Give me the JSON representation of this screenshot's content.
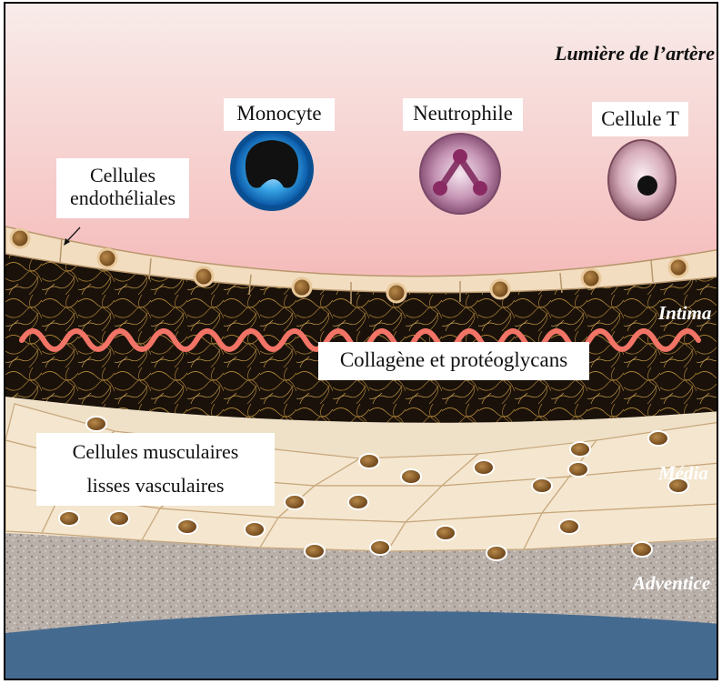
{
  "labels": {
    "lumen": "Lumière de l’artère",
    "monocyte": "Monocyte",
    "neutrophil": "Neutrophile",
    "tcell": "Cellule T",
    "endothelial": "Cellules endothéliales",
    "collagen": "Collagène et protéoglycans",
    "smooth_muscle_line1": "Cellules musculaires",
    "smooth_muscle_line2": "lisses vasculaires",
    "intima": "Intima",
    "media": "Média",
    "adventice": "Adventice"
  },
  "colors": {
    "lumen_top": "#f8ecea",
    "lumen_bottom": "#e8394a",
    "intima_fibers": "#b88a3a",
    "collagen_wave": "#f27466",
    "cell_body": "#f1dcc0",
    "nucleus": "#7a5126",
    "adventitia": "#b7aea9",
    "outer_blue": "#456a8f"
  }
}
